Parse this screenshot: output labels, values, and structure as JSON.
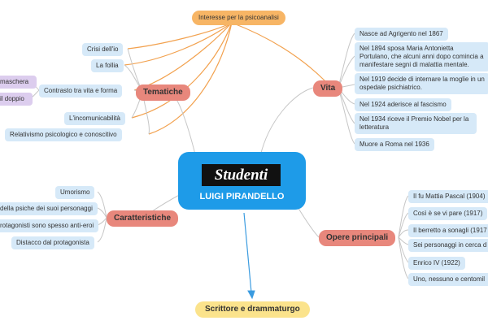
{
  "center": {
    "logo_text": "Studenti",
    "title": "LUIGI PIRANDELLO"
  },
  "top_node": "Interesse per la psicoanalisi",
  "bottom_node": "Scrittore e drammaturgo",
  "tematiche": {
    "label": "Tematiche",
    "items": [
      "Crisi dell'io",
      "La follia",
      "Contrasto tra vita e forma",
      "L'incomunicabilità",
      "Relativismo psicologico e conoscitivo"
    ],
    "sub_items": [
      "maschera",
      "il doppio"
    ]
  },
  "vita": {
    "label": "Vita",
    "items": [
      "Nasce ad Agrigento nel 1867",
      "Nel 1894 sposa Maria Antonietta Portulano, che alcuni anni dopo comincia a manifestare segni di malattia mentale.",
      "Nel 1919 decide di internare la moglie in un ospedale psichiatrico.",
      "Nel 1924 aderisce al fascismo",
      "Nel 1934 riceve il Premio Nobel per la letteratura",
      "Muore a Roma nel 1936"
    ]
  },
  "caratteristiche": {
    "label": "Caratteristiche",
    "items": [
      "Umorismo",
      "della psiche dei suoi personaggi",
      "rotagonisti sono spesso anti-eroi",
      "Distacco dal protagonista"
    ]
  },
  "opere": {
    "label": "Opere principali",
    "items": [
      "Il fu Mattia Pascal (1904)",
      "Così è se vi pare (1917)",
      "Il berretto a sonagli (1917",
      "Sei personaggi in cerca d",
      "Enrico IV (1922)",
      "Uno, nessuno e centomil"
    ]
  },
  "colors": {
    "center": "#1e9be8",
    "branch": "#e8877c",
    "leaf": "#d6e9f8",
    "top": "#f7b565",
    "bottom": "#fbe38c",
    "purple": "#dccdee",
    "arrow": "#3a9be0"
  }
}
